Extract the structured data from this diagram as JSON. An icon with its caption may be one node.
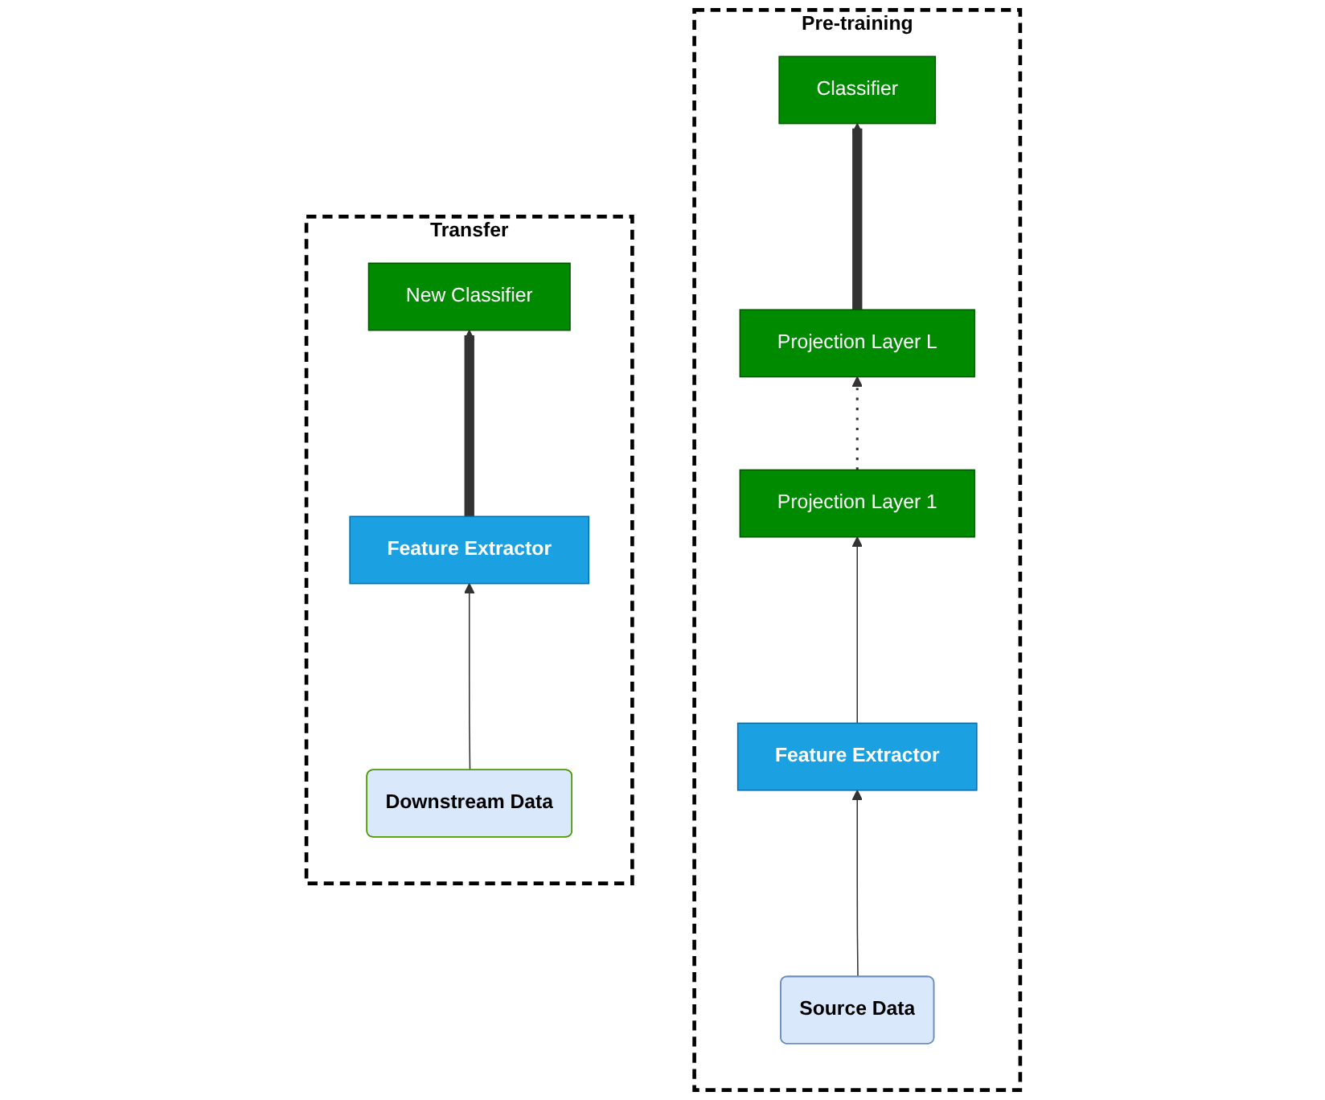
{
  "diagram": {
    "nodes": [
      {
        "text": [
          "Pre-training"
        ]
      },
      {
        "text": [
          "Classifier"
        ],
        "in": 0
      },
      {
        "text": [
          "Projection Layer L"
        ],
        "in": 0
      },
      {
        "text": [
          "Projection Layer 1"
        ],
        "in": 0
      },
      {
        "text": [
          "Feature Extractor"
        ],
        "in": 0
      },
      {
        "text": [
          "Source Data"
        ],
        "in": 0
      },
      {
        "text": [
          "Transfer"
        ]
      },
      {
        "text": [
          "New Classifier"
        ],
        "in": 6
      },
      {
        "text": [
          "Feature Extractor"
        ],
        "in": 6
      },
      {
        "text": [
          "Downstream Data"
        ],
        "in": 6
      }
    ],
    "edges": [
      {
        "from": 5,
        "to": 4,
        "arrow": "to"
      },
      {
        "from": 4,
        "to": 3,
        "arrow": "to"
      },
      {
        "from": 3,
        "to": 2,
        "arrow": "to",
        "style": "dashed"
      },
      {
        "from": 2,
        "to": 1,
        "arrow": "to",
        "style": "thick"
      },
      {
        "from": 9,
        "to": 8,
        "arrow": "to"
      },
      {
        "from": 8,
        "to": 7,
        "arrow": "to",
        "style": "thick"
      }
    ]
  }
}
